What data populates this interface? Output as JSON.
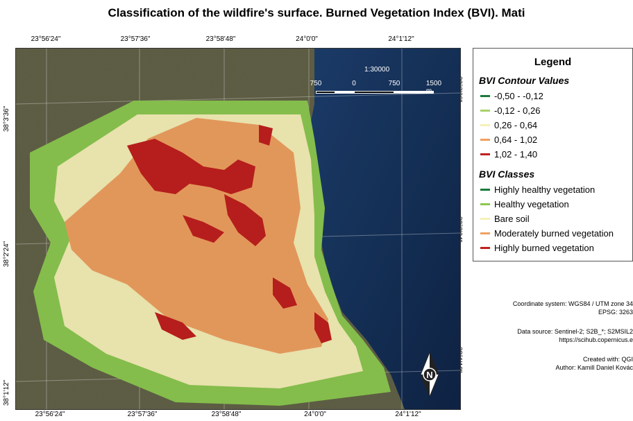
{
  "title": "Classification of the wildfire's surface. Burned Vegetation Index (BVI). Mati",
  "coords": {
    "top": [
      "23°56'24\"",
      "23°57'36\"",
      "23°58'48\"",
      "24°0'0\"",
      "24°1'12\""
    ],
    "bottom": [
      "23°56'24\"",
      "23°57'36\"",
      "23°58'48\"",
      "24°0'0\"",
      "24°1'12\""
    ],
    "left": [
      "38°3'36\"",
      "38°2'24\"",
      "38°1'12\""
    ],
    "right": [
      "38°3'36\"",
      "38°2'24\"",
      "38°1'12\""
    ]
  },
  "scalebar": {
    "ratio": "1:30000",
    "labels": [
      "750",
      "0",
      "750",
      "1500 m"
    ]
  },
  "legend": {
    "title": "Legend",
    "contour_title": "BVI Contour Values",
    "contours": [
      {
        "label": "-0,50 - -0,12",
        "color": "#1a7a3a"
      },
      {
        "label": "-0,12 - 0,26",
        "color": "#a8d26a"
      },
      {
        "label": "0,26 - 0,64",
        "color": "#f6f0b8"
      },
      {
        "label": "0,64 - 1,02",
        "color": "#f0a060"
      },
      {
        "label": "1,02 - 1,40",
        "color": "#c0201e"
      }
    ],
    "classes_title": "BVI Classes",
    "classes": [
      {
        "label": "Highly healthy vegetation",
        "color": "#1a7a3a"
      },
      {
        "label": "Healthy vegetation",
        "color": "#8cc850"
      },
      {
        "label": "Bare soil",
        "color": "#f6f0b8"
      },
      {
        "label": "Moderately burned vegetation",
        "color": "#f0a060"
      },
      {
        "label": "Highly burned vegetation",
        "color": "#c0201e"
      }
    ]
  },
  "meta": {
    "crs_line1": "Coordinate system: WGS84 / UTM zone 34",
    "crs_line2": "EPSG: 3263",
    "source_line1": "Data source: Sentinel-2; S2B_*; S2MSIL2",
    "source_line2": "https://scihub.copernicus.e",
    "created_line1": "Created with: QGI",
    "created_line2": "Author: Kamill Daniel Kovác"
  },
  "north_arrow": {
    "letter": "N"
  }
}
